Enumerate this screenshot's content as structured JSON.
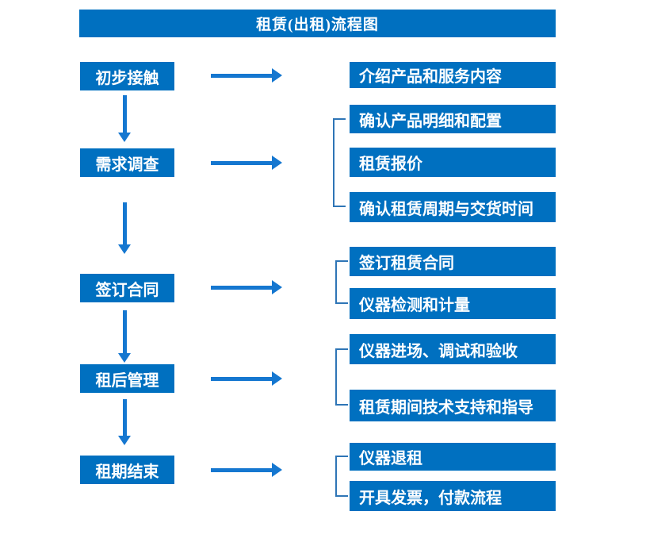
{
  "title": "租赁(出租)流程图",
  "colors": {
    "box_blue": "#0070C0",
    "arrow_blue": "#1577D0",
    "bracket_blue": "#2E75B6",
    "text_white": "#ffffff",
    "background": "#ffffff"
  },
  "flow": {
    "steps": [
      {
        "label": "初步接触",
        "details": [
          "介绍产品和服务内容"
        ]
      },
      {
        "label": "需求调查",
        "details": [
          "确认产品明细和配置",
          "租赁报价",
          "确认租赁周期与交货时间"
        ]
      },
      {
        "label": "签订合同",
        "details": [
          "签订租赁合同",
          "仪器检测和计量"
        ]
      },
      {
        "label": "租后管理",
        "details": [
          "仪器进场、调试和验收",
          "租赁期间技术支持和指导"
        ]
      },
      {
        "label": "租期结束",
        "details": [
          "仪器退租",
          "开具发票，付款流程"
        ]
      }
    ]
  }
}
